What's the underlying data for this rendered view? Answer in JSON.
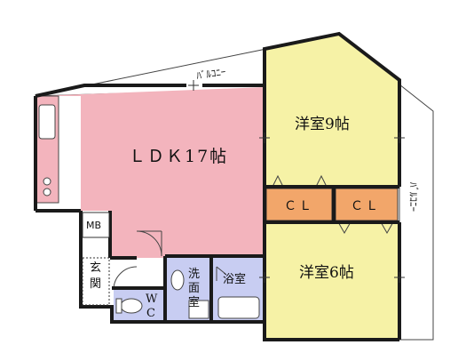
{
  "floorplan": {
    "rooms": {
      "ldk": {
        "label": "ＬＤＫ17帖",
        "color": "#f3b4bd"
      },
      "western1": {
        "label": "洋室9帖",
        "color": "#f6f2a6"
      },
      "western2": {
        "label": "洋室6帖",
        "color": "#f6f2a6"
      },
      "closet1": {
        "label": "ＣＬ",
        "color": "#f2a66a"
      },
      "closet2": {
        "label": "ＣＬ",
        "color": "#f2a66a"
      },
      "washroom": {
        "label_top": "洗",
        "label_mid": "面",
        "label_bot": "室",
        "color": "#c8cdf2"
      },
      "bathroom": {
        "label": "浴室",
        "color": "#c8cdf2"
      },
      "toilet": {
        "label_top": "W",
        "label_bot": "C",
        "color": "#c8cdf2"
      },
      "entrance": {
        "label_top": "玄",
        "label_bot": "関"
      },
      "meterbox": {
        "label": "MB"
      }
    },
    "balconies": {
      "top": {
        "label": "ﾊﾞﾙｺﾆｰ"
      },
      "right": {
        "label": "ﾊﾞﾙｺﾆｰ"
      }
    },
    "colors": {
      "wall": "#1a1a1a",
      "line": "#333333",
      "background": "#ffffff"
    }
  }
}
